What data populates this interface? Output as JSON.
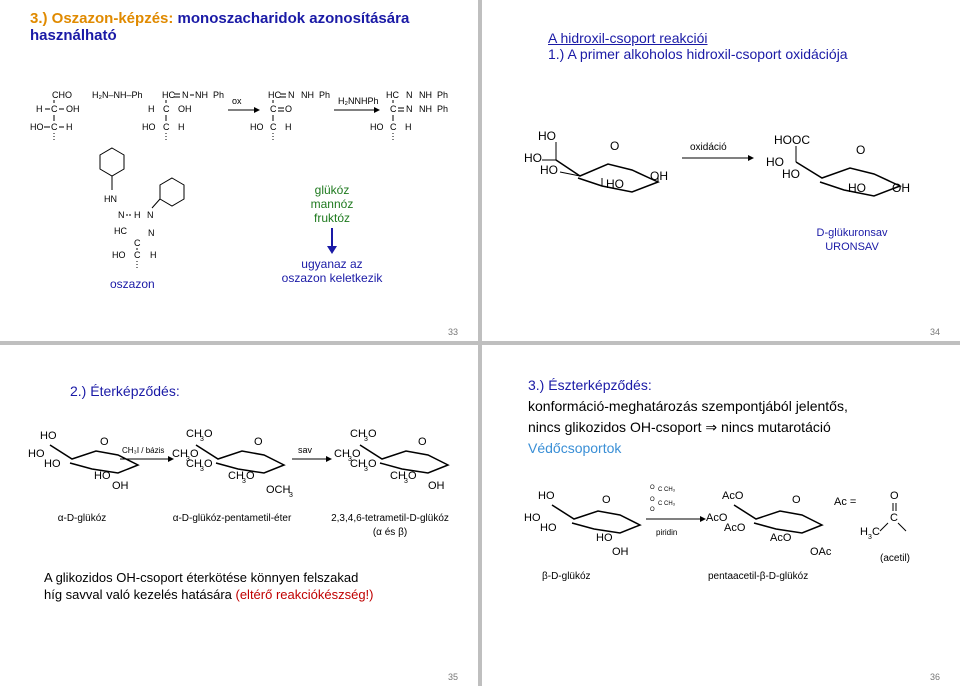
{
  "slide33": {
    "title_colored": "3.) Oszazon-képzés:",
    "title_rest": " monoszacharidok azonosítására",
    "title_line2": "használható",
    "reaction_labels": {
      "ox": "ox",
      "reagent": "H₂NNHPh",
      "phenylhydrazine": "H₂N–NH–Ph"
    },
    "sugars": [
      "glükóz",
      "mannóz",
      "fruktóz"
    ],
    "result_line1": "ugyanaz az",
    "result_line2": "oszazon keletkezik",
    "osazone_label": "oszazon",
    "page_number": "33"
  },
  "slide34": {
    "title": "A hidroxil-csoport reakciói",
    "subtitle": "1.) A primer alkoholos hidroxil-csoport oxidációja",
    "arrow_label": "oxidáció",
    "product_name": "D-glükuronsav",
    "product_class": "URONSAV",
    "page_number": "34"
  },
  "slide35": {
    "title": "2.) Éterképződés:",
    "reagent1": "CH₃I / bázis",
    "reagent2": "sav",
    "label_start": "α-D-glükóz",
    "label_middle": "α-D-glükóz-pentametil-éter",
    "label_end": "2,3,4,6-tetrametil-D-glükóz",
    "label_end2": "(α és β)",
    "conclusion_line1": "A glikozidos OH-csoport éterkötése könnyen felszakad",
    "conclusion_line2_black": "híg savval való kezelés hatására ",
    "conclusion_line2_red": "(eltérő reakciókészség!)",
    "page_number": "35"
  },
  "slide36": {
    "title": "3.) Észterképződés:",
    "line1": "konformáció-meghatározás szempontjából jelentős,",
    "line2a": "nincs glikozidos OH-csoport",
    "line2b": "nincs mutarotáció",
    "line3": "Védőcsoportok",
    "reagent": "piridin",
    "label_start": "β-D-glükóz",
    "label_end": "pentaacetil-β-D-glükóz",
    "ac_def": "Ac =",
    "acetyl": "(acetil)",
    "page_number": "36"
  }
}
